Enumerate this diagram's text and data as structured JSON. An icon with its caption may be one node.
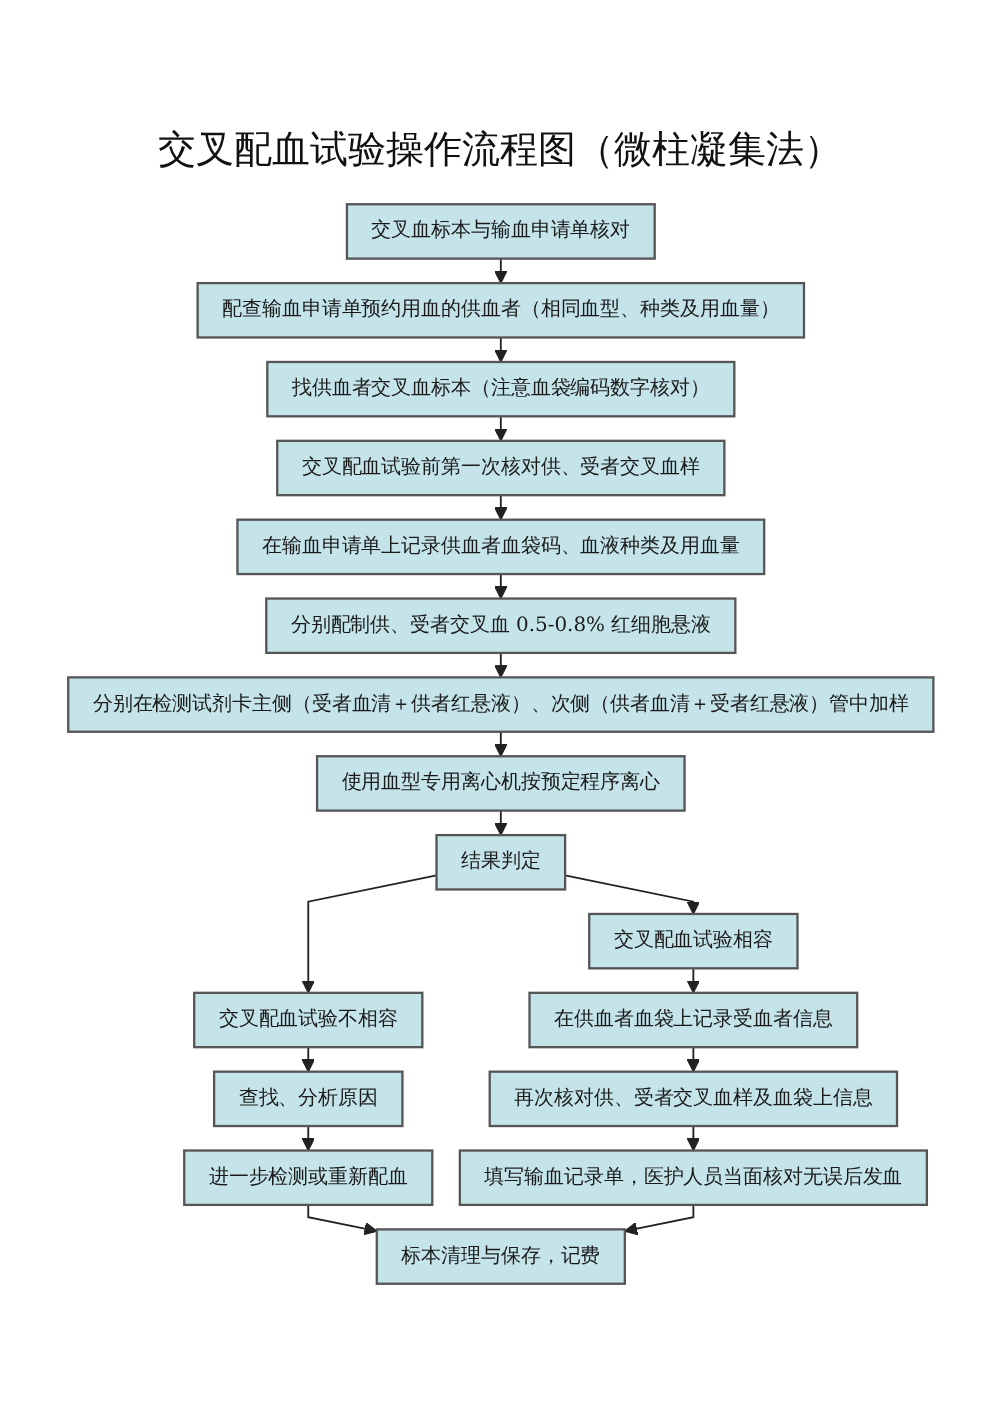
{
  "diagram": {
    "title": "交叉配血试验操作流程图（微柱凝集法）",
    "nodes": [
      {
        "text": [
          "交叉血标本与输血申请单核对"
        ]
      },
      {
        "text": [
          "配查输血申请单预约用血的供血者（相同血型、种类及用血量）"
        ]
      },
      {
        "text": [
          "找供血者交叉血标本（注意血袋编码数字核对）"
        ]
      },
      {
        "text": [
          "交叉配血试验前第一次核对供、受者交叉血样"
        ]
      },
      {
        "text": [
          "在输血申请单上记录供血者血袋码、血液种类及用血量"
        ]
      },
      {
        "text": [
          "分别配制供、受者交叉血 0.5-0.8% 红细胞悬液"
        ]
      },
      {
        "text": [
          "分别在检测试剂卡主侧（受者血清＋供者红悬液）、次侧（供者血清＋受者红悬液）管中加样"
        ]
      },
      {
        "text": [
          "使用血型专用离心机按预定程序离心"
        ]
      },
      {
        "text": [
          "结果判定"
        ]
      },
      {
        "text": [
          "交叉配血试验相容"
        ]
      },
      {
        "text": [
          "交叉配血试验不相容"
        ]
      },
      {
        "text": [
          "在供血者血袋上记录受血者信息"
        ]
      },
      {
        "text": [
          "查找、分析原因"
        ]
      },
      {
        "text": [
          "再次核对供、受者交叉血样及血袋上信息"
        ]
      },
      {
        "text": [
          "进一步检测或重新配血"
        ]
      },
      {
        "text": [
          "填写输血记录单，医护人员当面核对无误后发血"
        ]
      },
      {
        "text": [
          "标本清理与保存，记费"
        ]
      }
    ],
    "edges": [
      {
        "from": 0,
        "to": 1,
        "arrow": "to"
      },
      {
        "from": 1,
        "to": 2,
        "arrow": "to"
      },
      {
        "from": 2,
        "to": 3,
        "arrow": "to"
      },
      {
        "from": 3,
        "to": 4,
        "arrow": "to"
      },
      {
        "from": 4,
        "to": 5,
        "arrow": "to"
      },
      {
        "from": 5,
        "to": 6,
        "arrow": "to"
      },
      {
        "from": 6,
        "to": 7,
        "arrow": "to"
      },
      {
        "from": 7,
        "to": 8,
        "arrow": "to"
      },
      {
        "from": 8,
        "to": 9,
        "arrow": "to"
      },
      {
        "from": 8,
        "to": 10,
        "arrow": "to"
      },
      {
        "from": 9,
        "to": 11,
        "arrow": "to"
      },
      {
        "from": 10,
        "to": 12,
        "arrow": "to"
      },
      {
        "from": 11,
        "to": 13,
        "arrow": "to"
      },
      {
        "from": 12,
        "to": 14,
        "arrow": "to"
      },
      {
        "from": 13,
        "to": 15,
        "arrow": "to"
      },
      {
        "from": 14,
        "to": 16,
        "arrow": "to"
      },
      {
        "from": 15,
        "to": 16,
        "arrow": "to"
      }
    ]
  }
}
